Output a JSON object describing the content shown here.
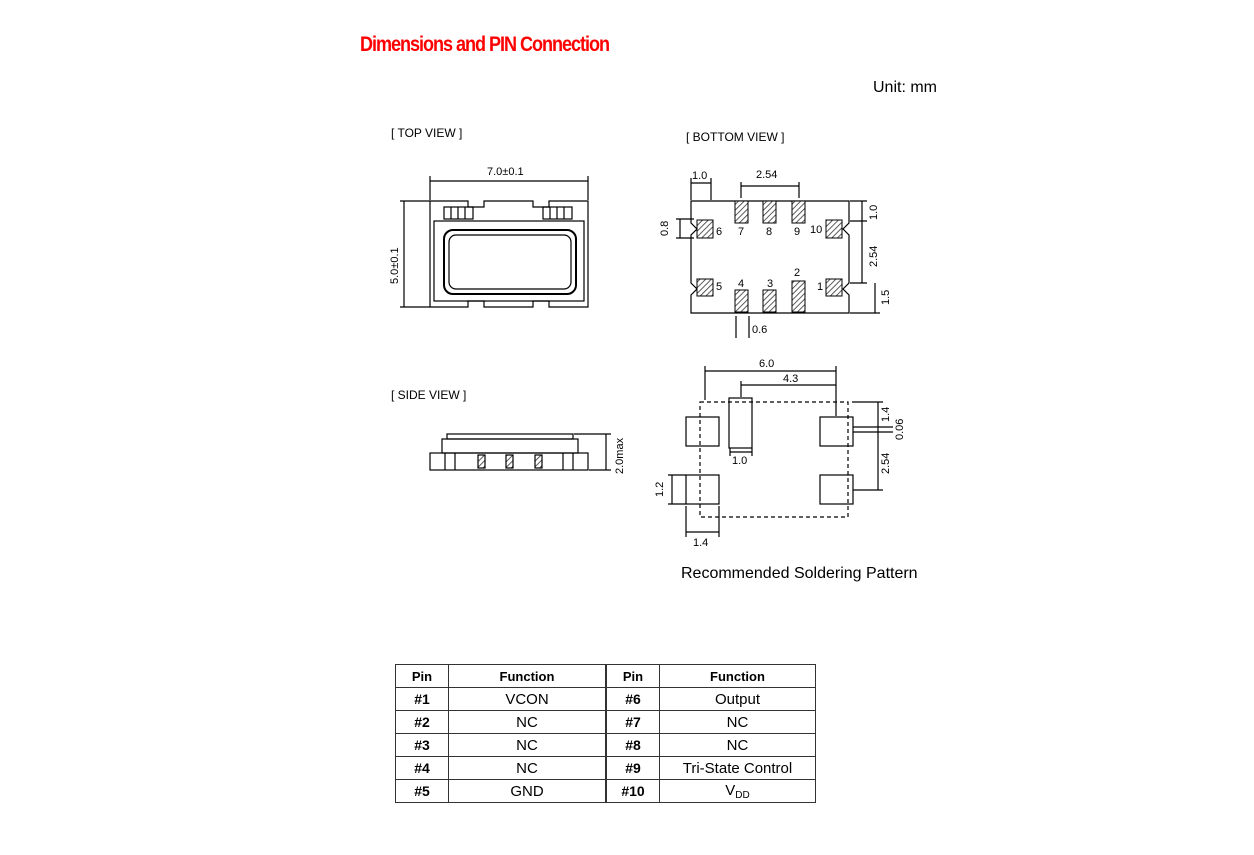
{
  "heading": {
    "title": "Dimensions and PIN Connection",
    "unit": "Unit: mm"
  },
  "views": {
    "top": {
      "label": "[ TOP VIEW ]",
      "width_dim": "7.0±0.1",
      "height_dim": "5.0±0.1"
    },
    "bottom": {
      "label": "[ BOTTOM  VIEW ]",
      "dims": {
        "edge_x": "1.0",
        "pitch_x": "2.54",
        "edge_y_top": "1.0",
        "pitch_y": "2.54",
        "edge_y_bottom": "1.5",
        "pad_h": "0.8",
        "pad_w": "0.6"
      },
      "pin_numbers": [
        "1",
        "2",
        "3",
        "4",
        "5",
        "6",
        "7",
        "8",
        "9",
        "10"
      ]
    },
    "side": {
      "label": "[ SIDE VIEW ]",
      "height_dim": "2.0max"
    },
    "solder": {
      "caption": "Recommended Soldering Pattern",
      "dims": {
        "span": "6.0",
        "inner": "4.3",
        "pad_top": "1.4",
        "offset": "0.06",
        "pad_w_small": "1.0",
        "pitch": "2.54",
        "pad_h": "1.2",
        "pad_w": "1.4"
      }
    }
  },
  "pin_table": {
    "headers": [
      "Pin",
      "Function",
      "Pin",
      "Function"
    ],
    "rows": [
      [
        "#1",
        "VCON",
        "#6",
        "Output"
      ],
      [
        "#2",
        "NC",
        "#7",
        "NC"
      ],
      [
        "#3",
        "NC",
        "#8",
        "NC"
      ],
      [
        "#4",
        "NC",
        "#9",
        "Tri-State Control"
      ],
      [
        "#5",
        "GND",
        "#10",
        "V",
        "DD"
      ]
    ]
  }
}
